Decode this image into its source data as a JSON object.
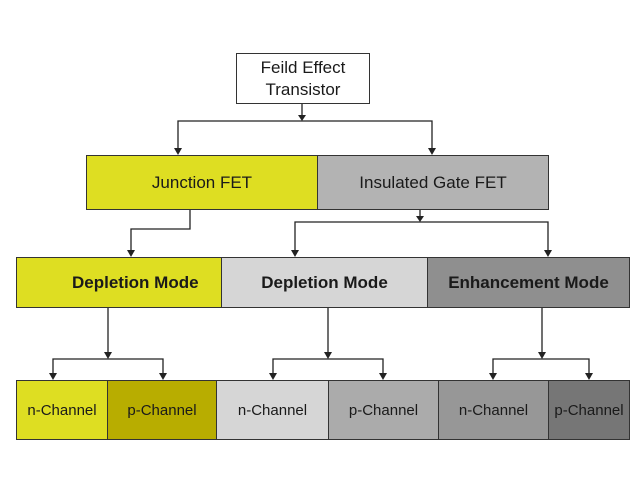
{
  "root": {
    "label": "Feild Effect\nTransistor"
  },
  "types": {
    "junction": {
      "label": "Junction FET"
    },
    "insulated_gate": {
      "label": "Insulated Gate FET"
    }
  },
  "modes": {
    "jfet_depletion": {
      "label": "Depletion Mode"
    },
    "ig_depletion": {
      "label": "Depletion Mode"
    },
    "ig_enhancement": {
      "label": "Enhancement Mode"
    }
  },
  "channels": [
    {
      "label": "n-Channel"
    },
    {
      "label": "p-Channel"
    },
    {
      "label": "n-Channel"
    },
    {
      "label": "p-Channel"
    },
    {
      "label": "n-Channel"
    },
    {
      "label": "p-Channel"
    }
  ],
  "colors": {
    "junction_fill": "#dede22",
    "insulated_fill": "#b3b3b3",
    "jfet_depletion_fill": "#dede22",
    "ig_depletion_fill": "#d6d6d6",
    "ig_enhancement_fill": "#8f8f8f",
    "channel_fills": [
      "#dede22",
      "#b8ad00",
      "#d6d6d6",
      "#ababab",
      "#979797",
      "#767676"
    ],
    "line": "#222222"
  }
}
